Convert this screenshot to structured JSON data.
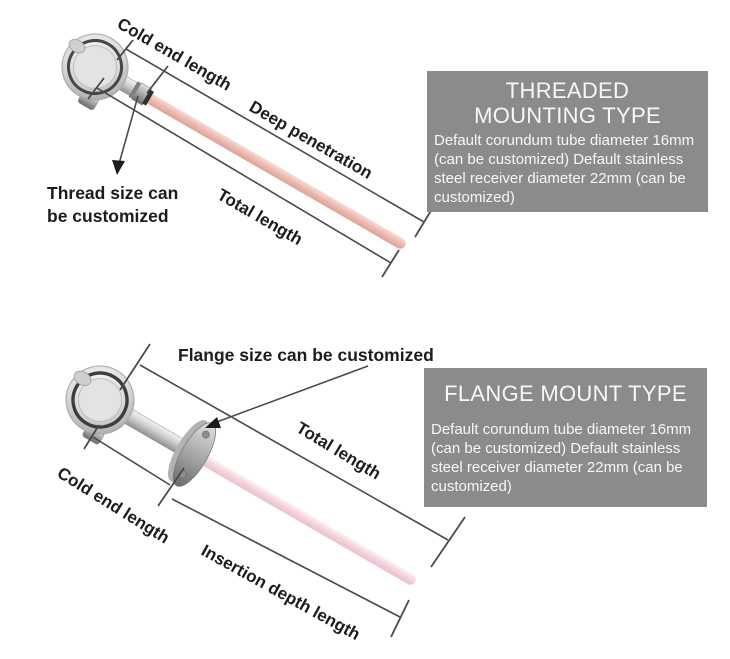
{
  "top_diagram": {
    "labels": {
      "cold_end": "Cold end length",
      "deep_penetration": "Deep penetration",
      "total_length": "Total length",
      "thread_note_line1": "Thread size can",
      "thread_note_line2": "be customized"
    },
    "info_box": {
      "title_line1": "THREADED",
      "title_line2": "MOUNTING TYPE",
      "body": "Default corundum tube diameter 16mm (can be customized) Default stainless steel receiver diameter 22mm (can be customized)"
    }
  },
  "bottom_diagram": {
    "labels": {
      "flange_note": "Flange size can be customized",
      "total_length": "Total length",
      "cold_end": "Cold end length",
      "insertion_depth": "Insertion depth length"
    },
    "info_box": {
      "title": "FLANGE MOUNT TYPE",
      "body": "Default corundum tube diameter 16mm (can be customized) Default stainless steel receiver diameter 22mm (can be customized)"
    }
  },
  "colors": {
    "info_box_bg": "#8b8b8b",
    "info_box_text": "#f7f7f7",
    "label_text": "#1c1c1c",
    "dimension_line": "#4a4a4a",
    "tube_top": "#ecbdb3",
    "tube_bottom": "#f3d3d9",
    "metal": "#c9c9c9"
  }
}
